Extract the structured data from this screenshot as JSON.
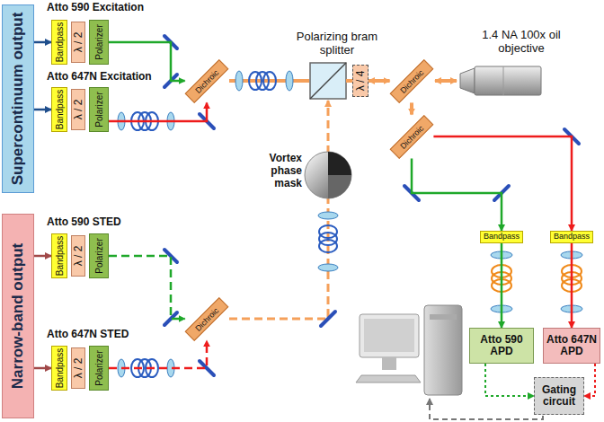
{
  "diagram": {
    "nodes": [
      {
        "text": [
          "Supercontinuum output"
        ]
      },
      {
        "text": [
          "Bandpass"
        ]
      },
      {
        "text": [
          "λ / 2"
        ]
      },
      {
        "text": [
          "Polarizer"
        ]
      },
      {
        "text": [
          "Dichroic"
        ]
      },
      {
        "text": [
          "Bandpass"
        ]
      },
      {
        "text": [
          "λ / 2"
        ]
      },
      {
        "text": [
          "Polarizer"
        ]
      },
      {
        "text": [
          "λ / 4"
        ]
      },
      {
        "text": [
          "Dichroic"
        ]
      },
      {
        "text": [
          "Dichroic"
        ]
      },
      {
        "text": [
          "Narrow-band output"
        ]
      },
      {
        "text": [
          "Bandpass"
        ]
      },
      {
        "text": [
          "λ / 2"
        ]
      },
      {
        "text": [
          "Polarizer"
        ]
      },
      {
        "text": [
          "Dichroic"
        ]
      },
      {
        "text": [
          "Bandpass"
        ]
      },
      {
        "text": [
          "λ / 2"
        ]
      },
      {
        "text": [
          "Polarizer"
        ]
      },
      {
        "text": [
          "Bandpass"
        ]
      },
      {
        "text": [
          "Bandpass"
        ]
      },
      {
        "text": [
          "Atto 590 APD"
        ]
      },
      {
        "text": [
          "Atto 647N APD"
        ]
      },
      {
        "text": [
          "Gating circuit"
        ]
      }
    ],
    "edges": [
      {
        "from": 0,
        "to": 1,
        "arrow": "to"
      },
      {
        "from": 0,
        "to": 5,
        "arrow": "to"
      },
      {
        "from": 11,
        "to": 12,
        "arrow": "to"
      },
      {
        "from": 11,
        "to": 16,
        "arrow": "to"
      },
      {
        "from": 3,
        "to": 4,
        "arrow": "to"
      },
      {
        "from": 7,
        "to": 4,
        "arrow": "to"
      },
      {
        "from": 14,
        "to": 15,
        "arrow": "to"
      },
      {
        "from": 18,
        "to": 15,
        "arrow": "to"
      },
      {
        "from": 8,
        "to": 9,
        "arrow": "both"
      },
      {
        "from": 9,
        "to": 10,
        "arrow": "to"
      },
      {
        "from": 10,
        "to": 20,
        "arrow": "to"
      },
      {
        "from": 10,
        "to": 19,
        "arrow": "to"
      },
      {
        "from": 19,
        "to": 21,
        "arrow": "to"
      },
      {
        "from": 20,
        "to": 22,
        "arrow": "to"
      },
      {
        "from": 21,
        "to": 23,
        "arrow": "to"
      },
      {
        "from": 22,
        "to": 23,
        "arrow": "to"
      }
    ],
    "labels": [
      "Atto 590 Excitation",
      "Atto 647N Excitation",
      "Polarizing bram splitter",
      "1.4 NA 100x oil objective",
      "Vortex phase mask",
      "Atto 590 STED",
      "Atto 647N STED"
    ]
  }
}
